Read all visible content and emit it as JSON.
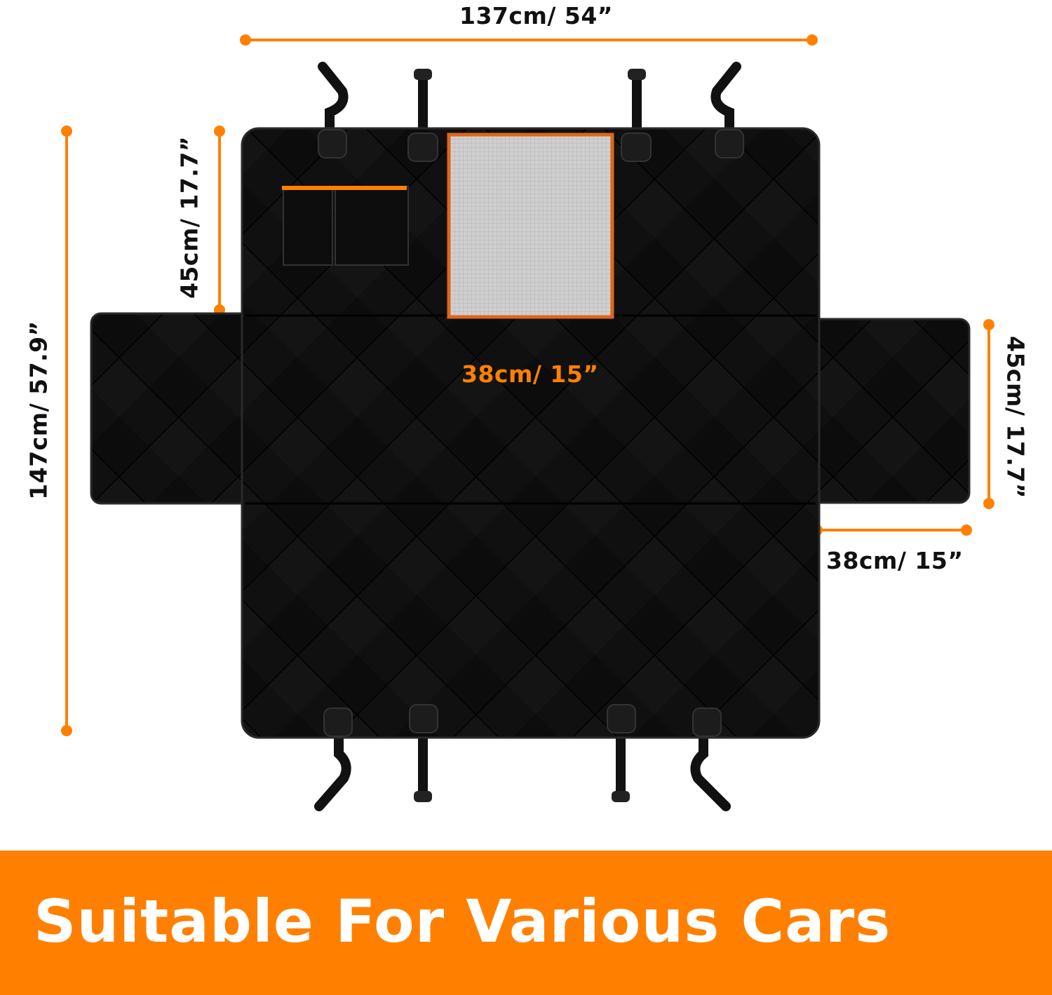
{
  "dimensions": {
    "total_width": "137cm/ 54”",
    "total_length": "147cm/ 57.9”",
    "backrest_height": "45cm/ 17.7”",
    "mesh_window_width": "38cm/ 15”",
    "side_flap_height": "45cm/ 17.7”",
    "side_flap_width": "38cm/ 15”"
  },
  "banner": {
    "text": "Suitable For Various Cars",
    "color": "#FF8000"
  },
  "colors": {
    "accent": "#FF8000",
    "fabric": "#111111",
    "mesh": "#c8c8c8"
  }
}
